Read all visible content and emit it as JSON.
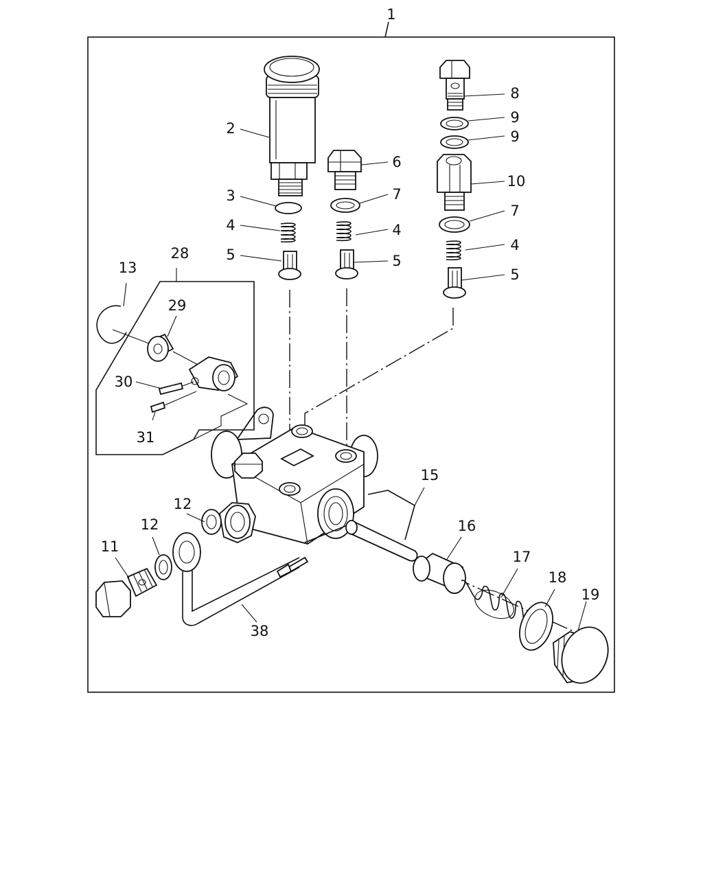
{
  "diagram": {
    "labels": {
      "p1": "1",
      "p2": "2",
      "p3": "3",
      "p4a": "4",
      "p4b": "4",
      "p4c": "4",
      "p5a": "5",
      "p5b": "5",
      "p5c": "5",
      "p6": "6",
      "p7a": "7",
      "p7b": "7",
      "p8": "8",
      "p9a": "9",
      "p9b": "9",
      "p10": "10",
      "p11": "11",
      "p12a": "12",
      "p12b": "12",
      "p13": "13",
      "p15": "15",
      "p16": "16",
      "p17": "17",
      "p18": "18",
      "p19": "19",
      "p28": "28",
      "p29": "29",
      "p30": "30",
      "p31": "31",
      "p38": "38"
    }
  }
}
